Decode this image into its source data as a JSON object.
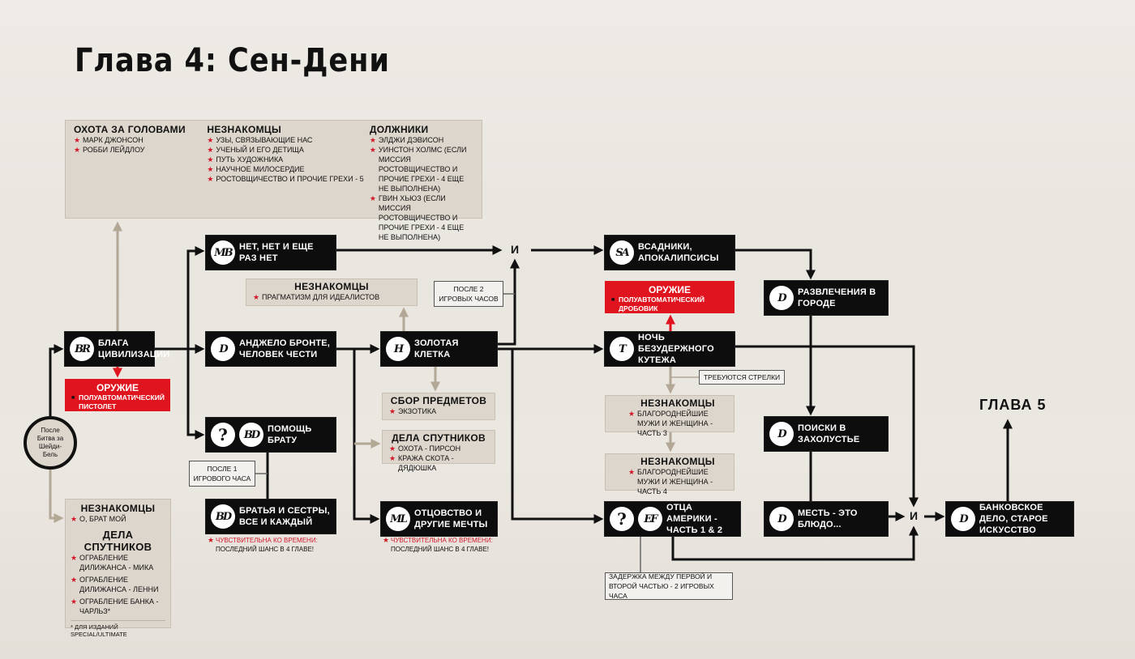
{
  "title": "Глава 4: Сен-Дени",
  "top_box": {
    "bounty": {
      "heading": "Охота за головами",
      "items": [
        "Марк Джонсон",
        "Робби Лейдлоу"
      ]
    },
    "strangers": {
      "heading": "Незнакомцы",
      "items": [
        "Узы, связывающие нас",
        "Ученый и его детища",
        "Путь художника",
        "Научное милосердие",
        "Ростовщичество и прочие грехи - 5"
      ]
    },
    "debtors": {
      "heading": "Должники",
      "items": [
        "Элджи Дэвисон",
        "Уинстон Холмс (если миссия Ростовщичество и прочие грехи - 4 еще не выполнена)",
        "Гвин Хьюз (если миссия Ростовщичество и прочие грехи - 4 еще не выполнена)"
      ]
    }
  },
  "start": "После Битва за Шейди-Бель",
  "left_box": {
    "strangers_heading": "Незнакомцы",
    "strangers_items": [
      "О, брат мой"
    ],
    "companions_heading": "Дела спутников",
    "companions_items": [
      "Ограбление дилижанса - Мика",
      "Ограбление дилижанса - Ленни",
      "Ограбление банка - Чарльз*"
    ],
    "footnote": "* Для изданий Special/Ultimate"
  },
  "missions": {
    "blaga": {
      "icon": "BR",
      "label": "Блага цивилизации"
    },
    "net": {
      "icon": "MB",
      "label": "Нет, нет и еще раз нет"
    },
    "angelo": {
      "icon": "D",
      "label": "Анджело Бронте, человек чести"
    },
    "pomosh": {
      "icon": "?",
      "icon2": "BD",
      "label": "Помощь брату"
    },
    "bratya": {
      "icon": "BD",
      "label": "Братья и сестры, все и каждый"
    },
    "zolotaya": {
      "icon": "H",
      "label": "Золотая клетка"
    },
    "otcovstvo": {
      "icon": "ML",
      "label": "Отцовство и другие мечты"
    },
    "vsadniki": {
      "icon": "SA",
      "label": "Всадники, апокалипсисы"
    },
    "noch": {
      "icon": "T",
      "label": "Ночь безудержного кутежа"
    },
    "otcy": {
      "icon": "?",
      "icon2": "EF",
      "label": "Отца Америки - часть 1 & 2"
    },
    "razvlech": {
      "icon": "D",
      "label": "Развлечения в городе"
    },
    "poiski": {
      "icon": "D",
      "label": "Поиски в захолустье"
    },
    "mest": {
      "icon": "D",
      "label": "Месть - это блюдо..."
    },
    "bank": {
      "icon": "D",
      "label": "Банковское дело, старое искусство"
    }
  },
  "weapon1": {
    "heading": "Оружие",
    "item": "Полуавтоматический пистолет"
  },
  "weapon2": {
    "heading": "Оружие",
    "item": "Полуавтоматический дробовик"
  },
  "strangers_pragmatism": {
    "heading": "Незнакомцы",
    "item": "Прагматизм для идеалистов"
  },
  "collect": {
    "heading": "Сбор предметов",
    "item": "Экзотика"
  },
  "companions": {
    "heading": "Дела спутников",
    "items": [
      "Охота - Пирсон",
      "Кража скота - Дядюшка"
    ]
  },
  "strangers3": {
    "heading": "Незнакомцы",
    "item": "Благороднейшие мужи и женщина - часть 3"
  },
  "strangers4": {
    "heading": "Незнакомцы",
    "item": "Благороднейшие мужи и женщина - часть 4"
  },
  "conditions": {
    "after1": "После 1 игрового часа",
    "after2": "После 2 игровых часов",
    "gunslingers": "Требуются стрелки",
    "delay": "Задержка между первой и второй частью - 2 игровых часа"
  },
  "time_note": {
    "red": "Чувствительна ко времени:",
    "rest": "Последний шанс в 4 Главе!"
  },
  "and_label": "И",
  "chapter5": "Глава 5",
  "colors": {
    "node": "#0d0d0d",
    "weapon": "#e0141f",
    "side": "#ddd6cc",
    "gray_arrow": "#b3a796"
  }
}
